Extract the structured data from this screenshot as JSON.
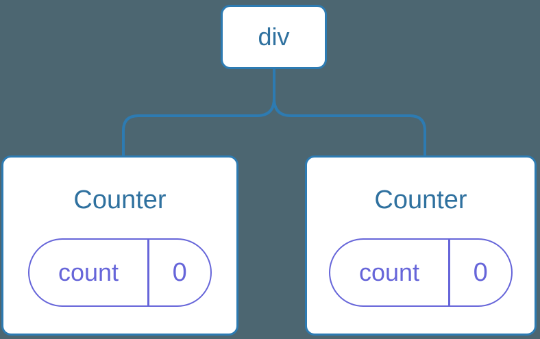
{
  "diagram": {
    "root": {
      "label": "div"
    },
    "children": [
      {
        "title": "Counter",
        "state": {
          "key": "count",
          "value": "0"
        }
      },
      {
        "title": "Counter",
        "state": {
          "key": "count",
          "value": "0"
        }
      }
    ]
  },
  "colors": {
    "background": "#4C6671",
    "connector": "#2D7BB2",
    "node-border": "#2D7BB2",
    "node-bg": "#FFFFFF",
    "title-text": "#2F719F",
    "state-accent": "#6665D9"
  }
}
